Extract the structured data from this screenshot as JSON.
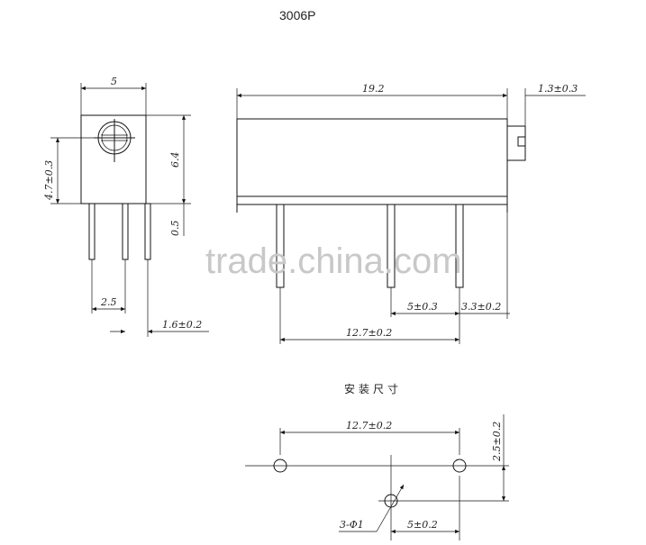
{
  "title": "3006P",
  "watermark": "trade.china.com",
  "section_label": "安装尺寸",
  "front_view": {
    "width": "5",
    "height": "6.4",
    "adj_height": "4.7±0.3",
    "standoff": "0.5",
    "pin_pitch": "2.5",
    "pin_offset": "1.6±0.2"
  },
  "side_view": {
    "length": "19.2",
    "tab": "1.3±0.3",
    "pitch_a": "5±0.3",
    "pitch_b": "3.3±0.2",
    "span": "12.7±0.2"
  },
  "mounting": {
    "span": "12.7±0.2",
    "offset": "2.5±0.2",
    "pitch": "5±0.2",
    "holes": "3-Φ1"
  }
}
